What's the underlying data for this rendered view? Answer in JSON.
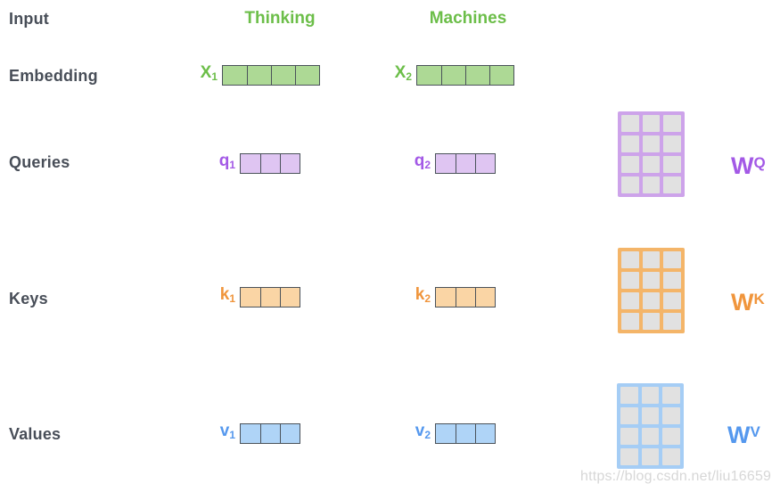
{
  "row_labels": {
    "input": "Input",
    "embedding": "Embedding",
    "queries": "Queries",
    "keys": "Keys",
    "values": "Values"
  },
  "words": {
    "w1": "Thinking",
    "w2": "Machines"
  },
  "vectors": {
    "x1": {
      "base": "X",
      "sub": "1",
      "cells": 4,
      "fill": "#ADD995",
      "label_color": "#6CBE49"
    },
    "x2": {
      "base": "X",
      "sub": "2",
      "cells": 4,
      "fill": "#ADD995",
      "label_color": "#6CBE49"
    },
    "q1": {
      "base": "q",
      "sub": "1",
      "cells": 3,
      "fill": "#DFC5F2",
      "label_color": "#A359E6"
    },
    "q2": {
      "base": "q",
      "sub": "2",
      "cells": 3,
      "fill": "#DFC5F2",
      "label_color": "#A359E6"
    },
    "k1": {
      "base": "k",
      "sub": "1",
      "cells": 3,
      "fill": "#FAD5A5",
      "label_color": "#F0953C"
    },
    "k2": {
      "base": "k",
      "sub": "2",
      "cells": 3,
      "fill": "#FAD5A5",
      "label_color": "#F0953C"
    },
    "v1": {
      "base": "v",
      "sub": "1",
      "cells": 3,
      "fill": "#AFD4F7",
      "label_color": "#5598EE"
    },
    "v2": {
      "base": "v",
      "sub": "2",
      "cells": 3,
      "fill": "#AFD4F7",
      "label_color": "#5598EE"
    }
  },
  "matrices": {
    "wq": {
      "base": "W",
      "sup": "Q",
      "rows": 4,
      "cols": 3,
      "border": "#CDA3EA",
      "cell": "#E1E1E1",
      "label_color": "#A359E6"
    },
    "wk": {
      "base": "W",
      "sup": "K",
      "rows": 4,
      "cols": 3,
      "border": "#F4B569",
      "cell": "#E1E1E1",
      "label_color": "#F0953C"
    },
    "wv": {
      "base": "W",
      "sup": "V",
      "rows": 4,
      "cols": 3,
      "border": "#A5CDF5",
      "cell": "#E1E1E1",
      "label_color": "#5598EE"
    }
  },
  "colors": {
    "row_label": "#484E58",
    "word_text": "#6CBE49",
    "vector_border": "#4A525A",
    "background": "#FFFFFF",
    "watermark": "#D7D7D7"
  },
  "watermark": "https://blog.csdn.net/liu16659"
}
